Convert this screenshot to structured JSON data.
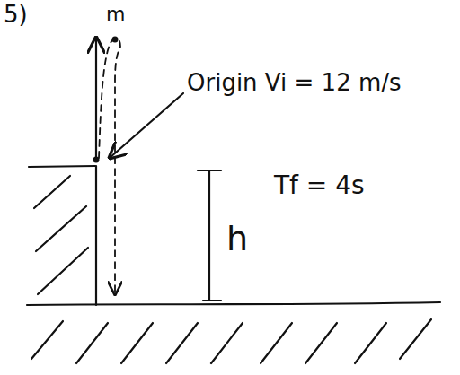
{
  "diagram": {
    "labels": [
      "5)",
      "m",
      "Origin Vi = 12 m/s",
      "Tf = 4s",
      "h"
    ]
  }
}
